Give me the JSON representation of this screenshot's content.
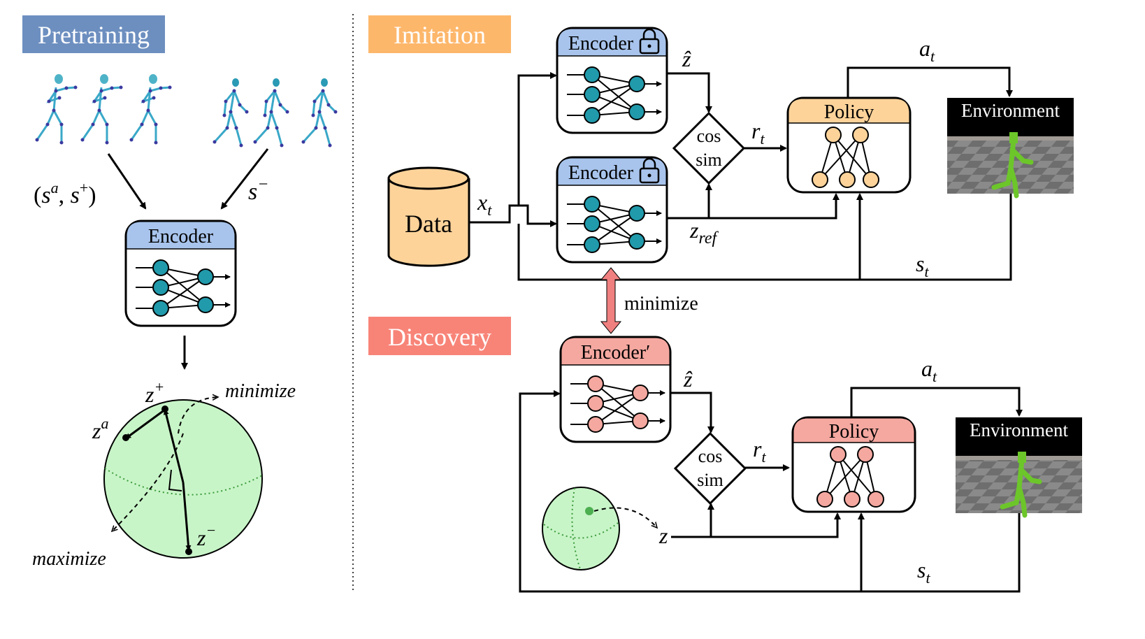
{
  "sections": {
    "pretraining": {
      "label": "Pretraining",
      "color": "#6d8fc0"
    },
    "imitation": {
      "label": "Imitation",
      "color": "#fdb76b"
    },
    "discovery": {
      "label": "Discovery",
      "color": "#f88478"
    }
  },
  "pretraining": {
    "pair_label": {
      "open": "(",
      "s1": "s",
      "sup1": "a",
      "comma": ", ",
      "s2": "s",
      "sup2": "+",
      "close": ")"
    },
    "neg_label": {
      "base": "s",
      "sup": "−"
    },
    "encoder": {
      "title": "Encoder",
      "header_color": "#a8c4ec",
      "node_color": "#219aab"
    },
    "sphere": {
      "color": "#c8f5c8",
      "z_plus": {
        "base": "z",
        "sup": "+"
      },
      "z_a": {
        "base": "z",
        "sup": "a"
      },
      "z_minus": {
        "base": "z",
        "sup": "−"
      },
      "minimize": "minimize",
      "maximize": "maximize"
    }
  },
  "imitation": {
    "encoder_top": {
      "title": "Encoder",
      "locked": true
    },
    "encoder_bottom": {
      "title": "Encoder",
      "locked": true
    },
    "data": {
      "label": "Data",
      "color": "#fdd39a"
    },
    "x_t": {
      "base": "x",
      "sub": "t"
    },
    "z_hat": "ẑ",
    "z_ref": {
      "base": "z",
      "sub": "ref"
    },
    "cos_sim": [
      "cos",
      "sim"
    ],
    "r_t": {
      "base": "r",
      "sub": "t"
    },
    "a_t": {
      "base": "a",
      "sub": "t"
    },
    "s_t": {
      "base": "s",
      "sub": "t"
    },
    "policy": {
      "title": "Policy",
      "header_color": "#fdd39a",
      "node_color": "#fdd39a"
    },
    "environment": {
      "title": "Environment"
    }
  },
  "minimize_link": {
    "label": "minimize",
    "color": "#f08080"
  },
  "discovery": {
    "encoder": {
      "title": "Encoder′",
      "header_color": "#f5a8a0",
      "node_color": "#f5a8a0"
    },
    "z_hat": "ẑ",
    "z": "z",
    "cos_sim": [
      "cos",
      "sim"
    ],
    "r_t": {
      "base": "r",
      "sub": "t"
    },
    "a_t": {
      "base": "a",
      "sub": "t"
    },
    "s_t": {
      "base": "s",
      "sub": "t"
    },
    "policy": {
      "title": "Policy",
      "header_color": "#f5a8a0",
      "node_color": "#f5a8a0"
    },
    "environment": {
      "title": "Environment"
    },
    "sphere_color": "#c8f5c8"
  }
}
